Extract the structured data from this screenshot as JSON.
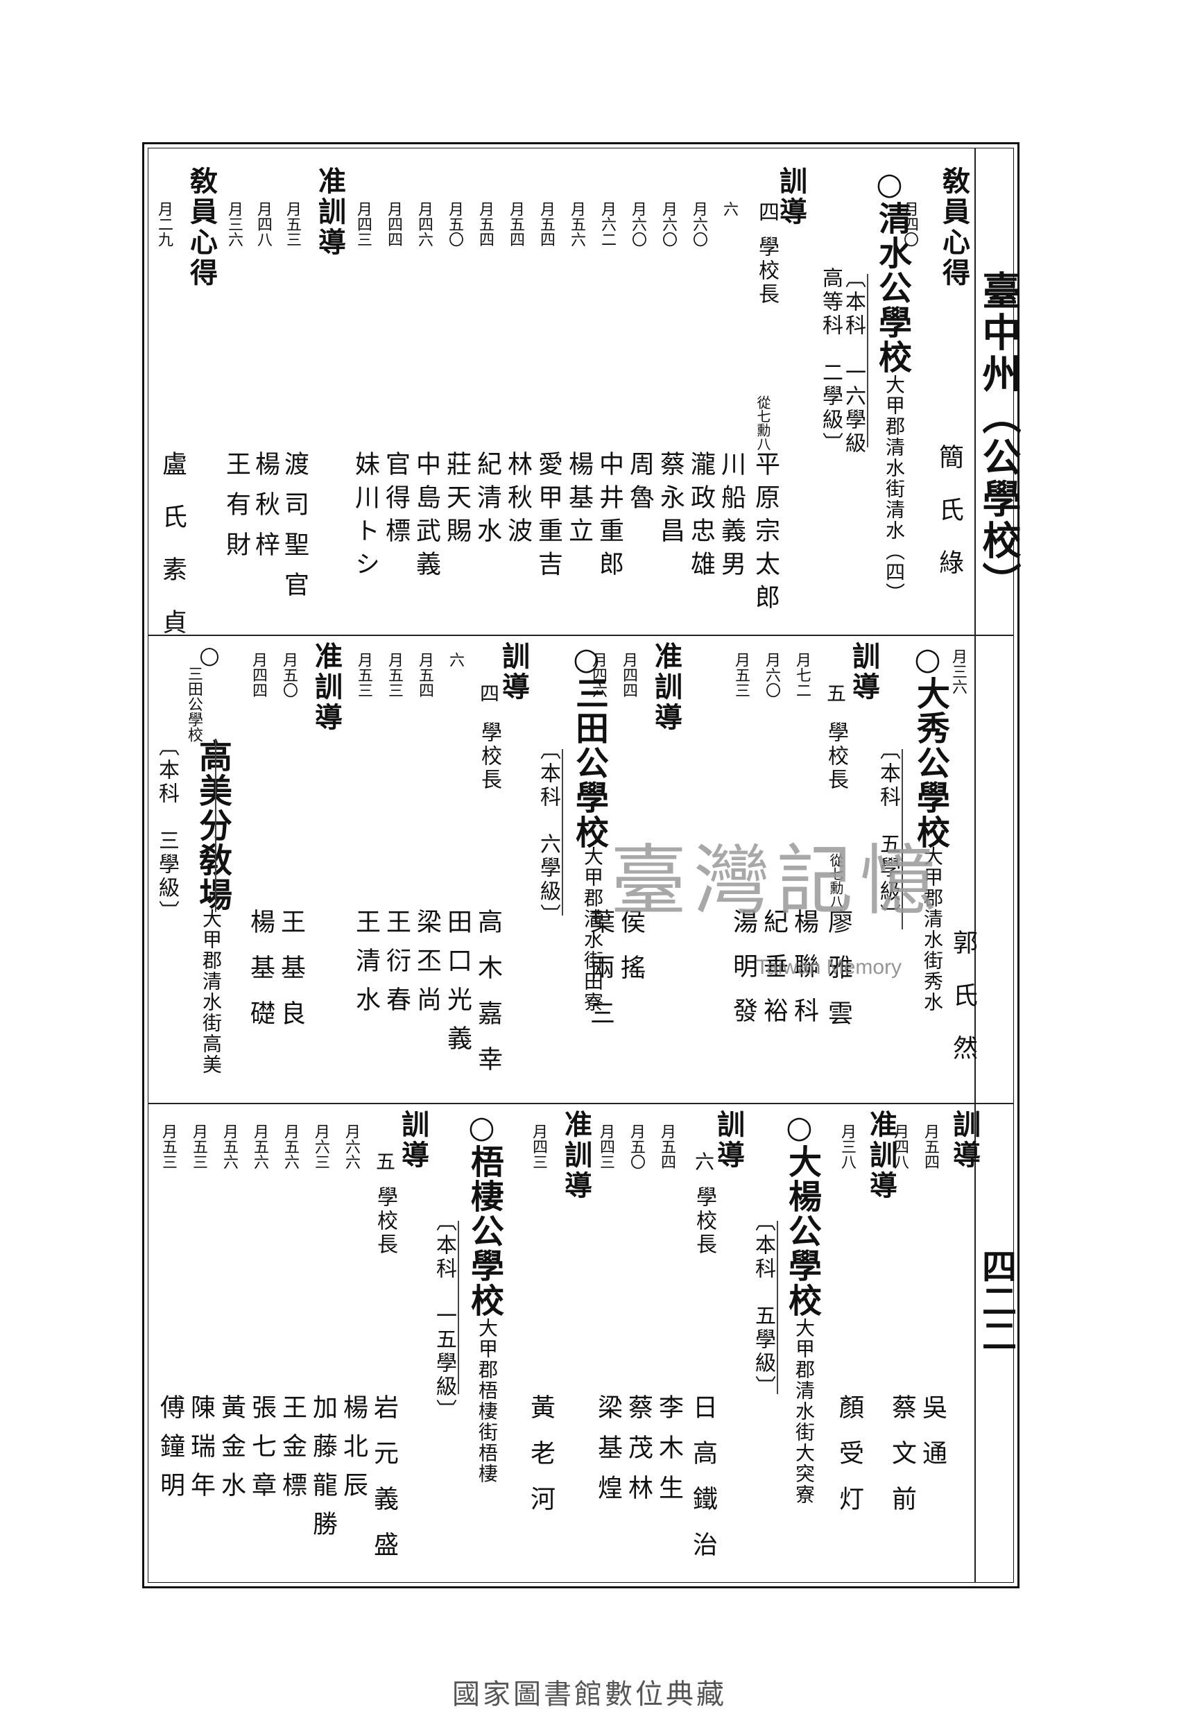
{
  "header": {
    "title": "臺中州（公學校）",
    "page_number": "四二二"
  },
  "watermark": {
    "cn": "臺灣記憶",
    "en": "Taiwan Memory"
  },
  "footer": {
    "text": "國家圖書館數位典藏"
  },
  "top": {
    "c1_role": "敎員心得",
    "c1_sal": "月四〇",
    "c1_name": "簡氏綠",
    "school": "清水公學校",
    "school_mark": "○",
    "addr": "大甲郡清水街清水（四）",
    "grade_a": "〔本科　一六學級",
    "grade_b": "高等科　二學級〕",
    "c_role": "訓導",
    "principal_grade": "四",
    "principal_title": "學校長",
    "principal_lic": "從七勳八",
    "principal_name": "平原宗太郎",
    "staff": [
      {
        "sal": "六",
        "name": "川船義男"
      },
      {
        "sal": "月六〇",
        "name": "瀧政忠雄"
      },
      {
        "sal": "月六〇",
        "name": "蔡永昌"
      },
      {
        "sal": "月六〇",
        "name": "周魯"
      },
      {
        "sal": "月六二",
        "name": "中井重郎"
      },
      {
        "sal": "月五六",
        "name": "楊基立"
      },
      {
        "sal": "月五四",
        "name": "愛甲重吉"
      },
      {
        "sal": "月五四",
        "name": "林秋波"
      },
      {
        "sal": "月五四",
        "name": "紀清水"
      },
      {
        "sal": "月五〇",
        "name": "莊天賜"
      },
      {
        "sal": "月四六",
        "name": "中島武義"
      },
      {
        "sal": "月四四",
        "name": "官得標"
      },
      {
        "sal": "月四三",
        "name": "妹川トシ"
      }
    ],
    "jun_role": "准訓導",
    "jun_staff": [
      {
        "sal": "月五三",
        "name": "渡司聖官"
      },
      {
        "sal": "月四八",
        "name": "楊秋梓"
      },
      {
        "sal": "月三六",
        "name": "王有財"
      }
    ],
    "last_role": "敎員心得",
    "last_sal": "月二九",
    "last_name": "盧氏素貞"
  },
  "mid": {
    "a_sal": "月三六",
    "a_name": "郭氏然",
    "dx_school": "大秀公學校",
    "dx_mark": "○",
    "dx_addr": "大甲郡清水街秀水",
    "dx_grade": "〔本科　五學級〕",
    "dx_role": "訓導",
    "dx_p_grade": "五",
    "dx_p_title": "學校長",
    "dx_p_lic": "從七勳八",
    "dx_p_name": "廖雅雲",
    "dx_staff": [
      {
        "sal": "月七二",
        "name": "楊聯科"
      },
      {
        "sal": "月六〇",
        "name": "紀垂裕"
      },
      {
        "sal": "月五三",
        "name": "湯明發"
      }
    ],
    "dx_jun": "准訓導",
    "dx_jun_staff": [
      {
        "sal": "月四四",
        "name": "侯搖"
      },
      {
        "sal": "月四六",
        "name": "葉兩三"
      }
    ],
    "st_school": "三田公學校",
    "st_mark": "○",
    "st_addr": "大甲郡清水街田寮",
    "st_grade": "〔本科　六學級〕",
    "st_role": "訓導",
    "st_p_grade": "四",
    "st_p_title": "學校長",
    "st_p_name": "高木嘉幸",
    "st_staff": [
      {
        "sal": "六",
        "name": "田口光義"
      },
      {
        "sal": "月五四",
        "name": "梁丕尚"
      },
      {
        "sal": "月五三",
        "name": "王衍春"
      },
      {
        "sal": "月五三",
        "name": "王清水"
      }
    ],
    "st_jun": "准訓導",
    "st_jun_staff": [
      {
        "sal": "月五〇",
        "name": "王基良"
      },
      {
        "sal": "月四四",
        "name": "楊基礎"
      }
    ],
    "gm_mark": "○",
    "gm_pre": "三田公學校",
    "gm_school": "高美分敎場",
    "gm_addr": "大甲郡清水街高美",
    "gm_grade": "〔本科　三學級〕"
  },
  "bot": {
    "role1": "訓導",
    "a_staff": [
      {
        "sal": "月五四",
        "name": "吳通"
      },
      {
        "sal": "月四八",
        "name": "蔡文前"
      }
    ],
    "jun1": "准訓導",
    "jun1_staff": [
      {
        "sal": "月三八",
        "name": "顏受灯"
      }
    ],
    "dy_school": "大楊公學校",
    "dy_mark": "○",
    "dy_addr": "大甲郡清水街大突寮",
    "dy_grade": "〔本科　五學級〕",
    "dy_role": "訓導",
    "dy_p_grade": "六",
    "dy_p_title": "學校長",
    "dy_p_name": "日高鐵治",
    "dy_staff": [
      {
        "sal": "月五四",
        "name": "李木生"
      },
      {
        "sal": "月五〇",
        "name": "蔡茂林"
      },
      {
        "sal": "月四三",
        "name": "梁基煌"
      }
    ],
    "dy_jun": "准訓導",
    "dy_jun_staff": [
      {
        "sal": "月四三",
        "name": "黃老河"
      }
    ],
    "wq_school": "梧棲公學校",
    "wq_mark": "○",
    "wq_addr": "大甲郡梧棲街梧棲",
    "wq_grade": "〔本科　一五學級〕",
    "wq_role": "訓導",
    "wq_p_grade": "五",
    "wq_p_title": "學校長",
    "wq_p_name": "岩元義盛",
    "wq_staff": [
      {
        "sal": "月六六",
        "name": "楊北辰"
      },
      {
        "sal": "月六三",
        "name": "加藤龍勝"
      },
      {
        "sal": "月五六",
        "name": "王金標"
      },
      {
        "sal": "月五六",
        "name": "張七章"
      },
      {
        "sal": "月五六",
        "name": "黃金水"
      },
      {
        "sal": "月五三",
        "name": "陳瑞年"
      },
      {
        "sal": "月五三",
        "name": "傅鐘明"
      }
    ]
  }
}
